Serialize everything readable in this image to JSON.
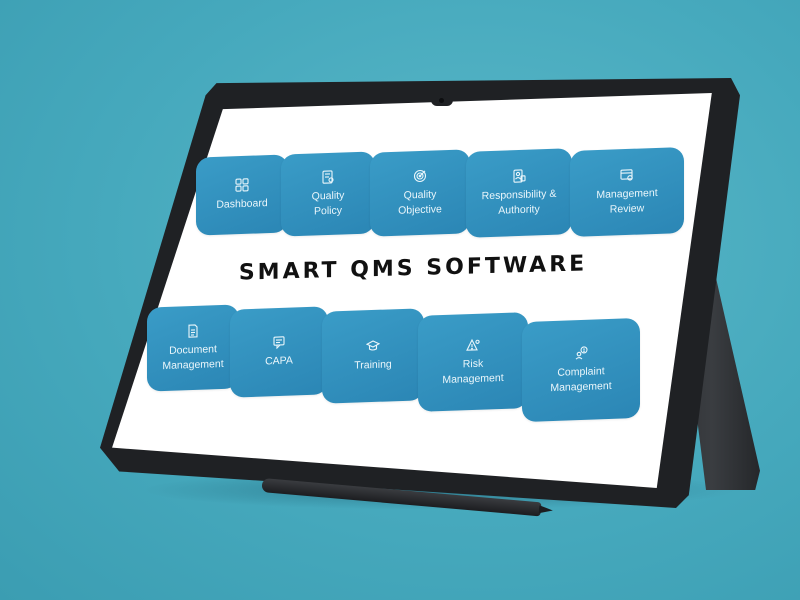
{
  "title": "SMART QMS SOFTWARE",
  "top_row": [
    {
      "label": "Dashboard",
      "icon": "dashboard-icon"
    },
    {
      "label": "Quality\nPolicy",
      "icon": "policy-icon"
    },
    {
      "label": "Quality\nObjective",
      "icon": "target-icon"
    },
    {
      "label": "Responsibility &\nAuthority",
      "icon": "user-doc-icon"
    },
    {
      "label": "Management\nReview",
      "icon": "review-icon"
    }
  ],
  "bottom_row": [
    {
      "label": "Document\nManagement",
      "icon": "document-icon"
    },
    {
      "label": "CAPA",
      "icon": "capa-icon"
    },
    {
      "label": "Training",
      "icon": "graduation-cap-icon"
    },
    {
      "label": "Risk\nManagement",
      "icon": "warning-icon"
    },
    {
      "label": "Complaint\nManagement",
      "icon": "complaint-icon"
    }
  ],
  "colors": {
    "tile": "#2b86b5",
    "background": "#46a9bd",
    "screen": "#ffffff"
  }
}
